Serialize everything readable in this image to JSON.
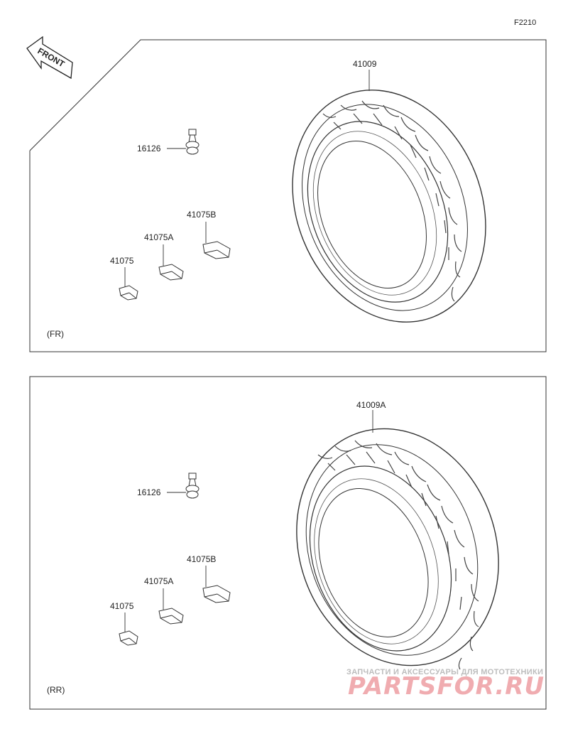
{
  "diagram_code": "F2210",
  "front_arrow_label": "FRONT",
  "panels": [
    {
      "id": "front",
      "section_label": "(FR)",
      "parts": {
        "tire": "41009",
        "valve": "16126",
        "weight_b": "41075B",
        "weight_a": "41075A",
        "weight": "41075"
      }
    },
    {
      "id": "rear",
      "section_label": "(RR)",
      "parts": {
        "tire": "41009A",
        "valve": "16126",
        "weight_b": "41075B",
        "weight_a": "41075A",
        "weight": "41075"
      }
    }
  ],
  "watermark": {
    "tagline": "ЗАПЧАСТИ И АКСЕССУАРЫ ДЛЯ МОТОТЕХНИКИ",
    "brand": "PARTSFOR.RU",
    "brand_color": "#d6141f"
  }
}
